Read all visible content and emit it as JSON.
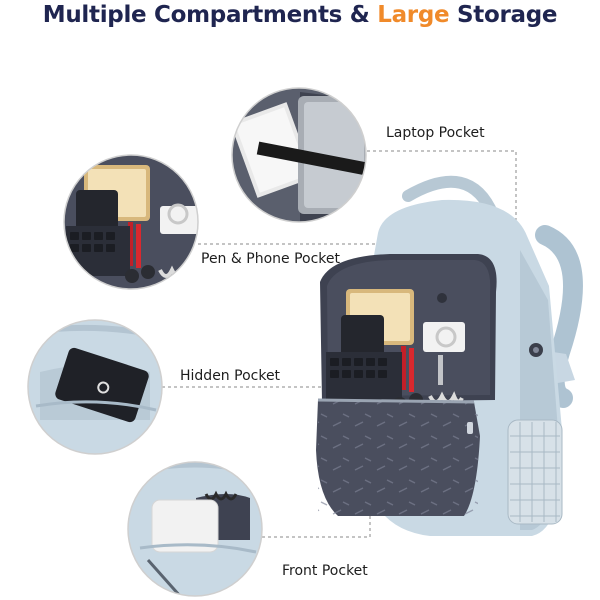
{
  "headline": {
    "part1": "Multiple Compartments & ",
    "accent": "Large",
    "part2": " Storage"
  },
  "callouts": {
    "laptop": "Laptop Pocket",
    "pen_phone": "Pen & Phone Pocket",
    "hidden": "Hidden Pocket",
    "front": "Front Pocket"
  },
  "colors": {
    "title": "#1f2550",
    "accent": "#f08a2a",
    "bag": "#c9d9e4",
    "lining": "#4a4e5e"
  }
}
